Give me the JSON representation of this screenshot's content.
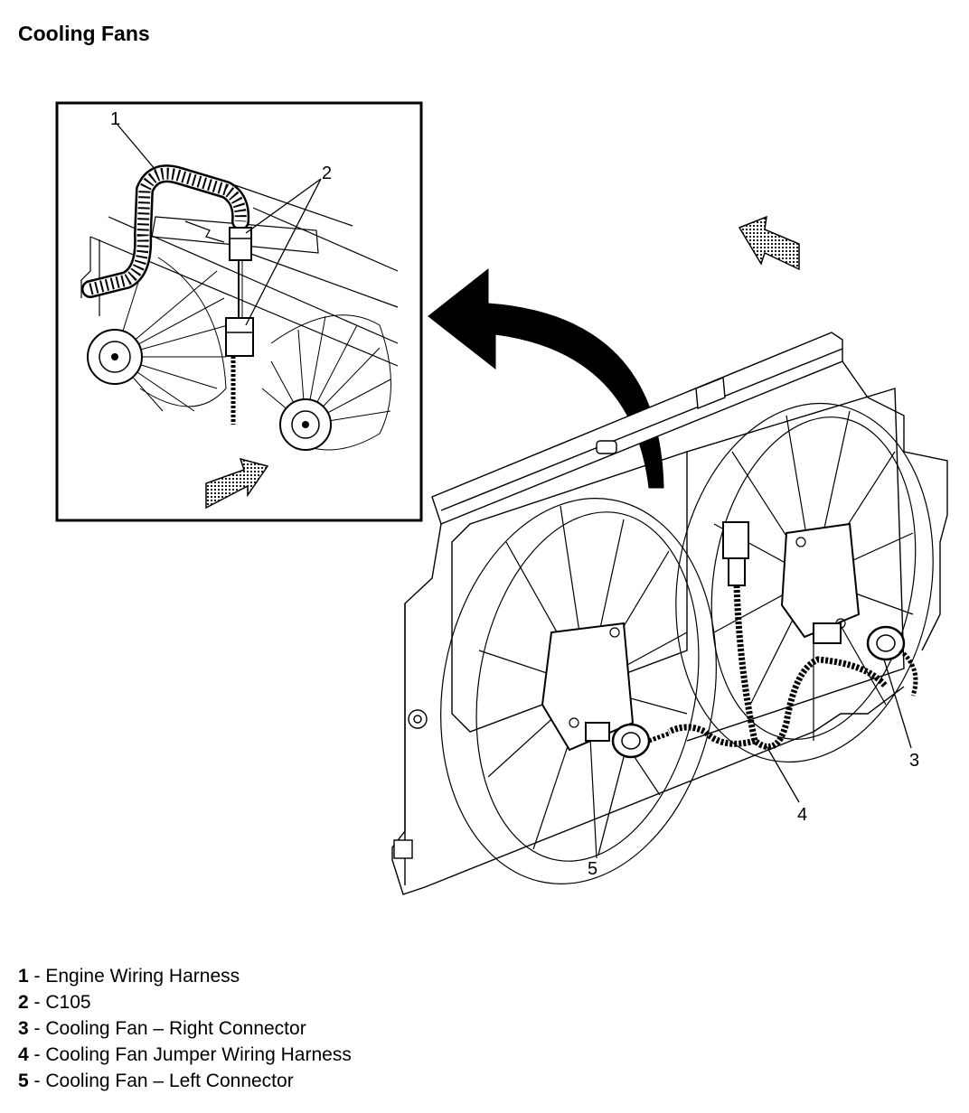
{
  "title": "Cooling Fans",
  "callouts": {
    "c1": "1",
    "c2": "2",
    "c3": "3",
    "c4": "4",
    "c5": "5"
  },
  "legend": [
    {
      "num": "1",
      "sep": " - ",
      "text": "Engine Wiring Harness"
    },
    {
      "num": "2",
      "sep": " - ",
      "text": "C105"
    },
    {
      "num": "3",
      "sep": " - ",
      "text": "Cooling Fan – Right Connector"
    },
    {
      "num": "4",
      "sep": " - ",
      "text": "Cooling Fan Jumper Wiring Harness"
    },
    {
      "num": "5",
      "sep": " - ",
      "text": "Cooling Fan – Left Connector"
    }
  ],
  "colors": {
    "ink": "#000000",
    "paper": "#ffffff"
  }
}
